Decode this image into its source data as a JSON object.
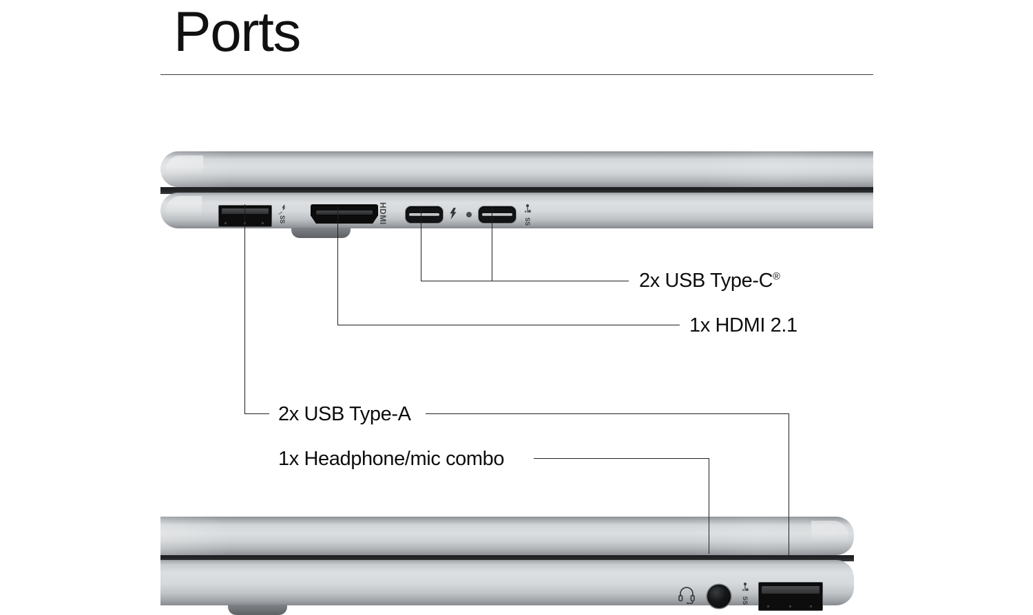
{
  "page": {
    "title": "Ports",
    "background_color": "#ffffff",
    "text_color": "#0d0d0d",
    "rule_color": "#3a3a3a"
  },
  "callouts": [
    {
      "id": "usb-c",
      "label": "2x USB Type-C",
      "superscript": "®",
      "count": "2x",
      "port_type": "USB Type-C"
    },
    {
      "id": "hdmi",
      "label": "1x HDMI 2.1",
      "superscript": "",
      "count": "1x",
      "port_type": "HDMI 2.1"
    },
    {
      "id": "usb-a",
      "label": "2x USB Type-A",
      "superscript": "",
      "count": "2x",
      "port_type": "USB Type-A"
    },
    {
      "id": "headphone",
      "label": "1x Headphone/mic combo",
      "superscript": "",
      "count": "1x",
      "port_type": "Headphone/mic combo"
    }
  ],
  "devices": {
    "top": {
      "name": "laptop-right-side-profile",
      "chassis_color": "#d6d9db",
      "gap_color": "#242628",
      "ports": [
        {
          "name": "usb-a-port",
          "marking": "SS",
          "icon": "usb-superspeed-charging-icon"
        },
        {
          "name": "hdmi-port",
          "marking": "HDMI",
          "icon": "hdmi-icon"
        },
        {
          "name": "usb-c-port-1",
          "marking": "",
          "icon": "thunderbolt-icon"
        },
        {
          "name": "usb-c-port-2",
          "marking": "SS",
          "icon": "usb-superspeed-icon"
        }
      ],
      "indicator": {
        "name": "thunderbolt-glyph",
        "led": "status-led-dot"
      }
    },
    "bottom": {
      "name": "laptop-left-side-profile",
      "chassis_color": "#d6d9db",
      "gap_color": "#242628",
      "ports": [
        {
          "name": "headphone-mic-combo-jack",
          "marking": "",
          "icon": "headset-icon"
        },
        {
          "name": "usb-a-port",
          "marking": "SS",
          "icon": "usb-superspeed-icon"
        }
      ]
    }
  }
}
